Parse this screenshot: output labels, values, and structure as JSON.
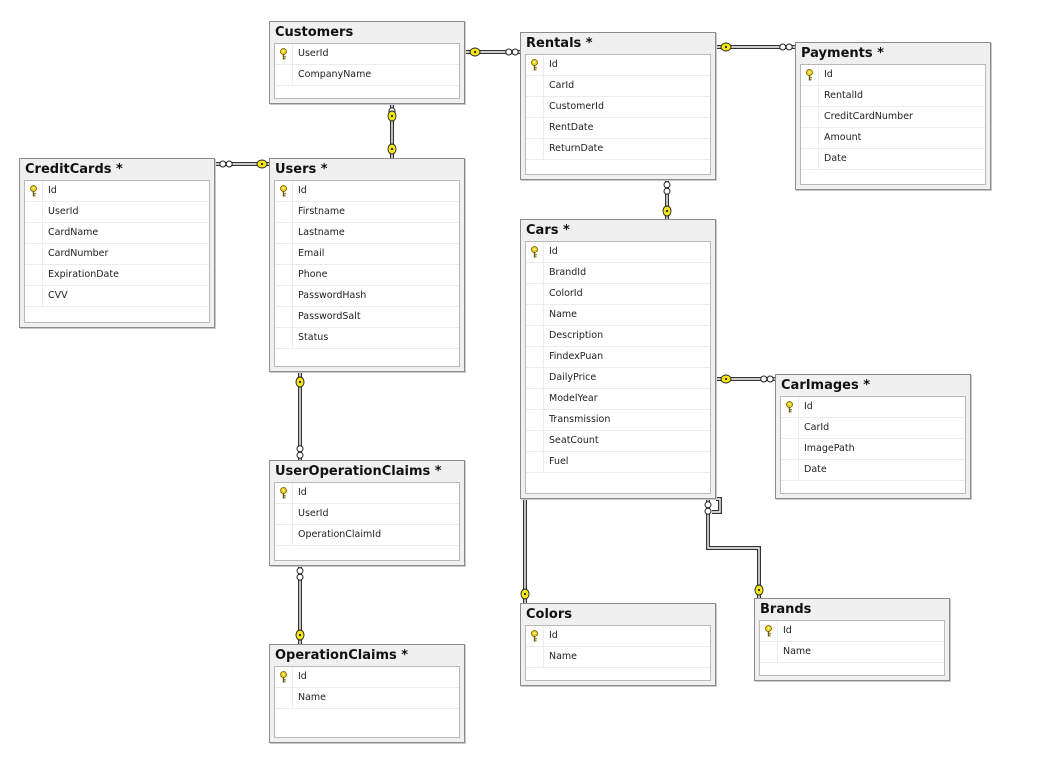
{
  "tables": [
    {
      "id": "customers",
      "title": "Customers",
      "columns": [
        "UserId",
        "CompanyName"
      ],
      "key_columns": [
        0
      ]
    },
    {
      "id": "rentals",
      "title": "Rentals *",
      "columns": [
        "Id",
        "CarId",
        "CustomerId",
        "RentDate",
        "ReturnDate"
      ],
      "key_columns": [
        0
      ]
    },
    {
      "id": "payments",
      "title": "Payments *",
      "columns": [
        "Id",
        "RentalId",
        "CreditCardNumber",
        "Amount",
        "Date"
      ],
      "key_columns": [
        0
      ]
    },
    {
      "id": "creditcards",
      "title": "CreditCards *",
      "columns": [
        "Id",
        "UserId",
        "CardName",
        "CardNumber",
        "ExpirationDate",
        "CVV"
      ],
      "key_columns": [
        0
      ]
    },
    {
      "id": "users",
      "title": "Users *",
      "columns": [
        "Id",
        "Firstname",
        "Lastname",
        "Email",
        "Phone",
        "PasswordHash",
        "PasswordSalt",
        "Status"
      ],
      "key_columns": [
        0
      ]
    },
    {
      "id": "cars",
      "title": "Cars *",
      "columns": [
        "Id",
        "BrandId",
        "ColorId",
        "Name",
        "Description",
        "FindexPuan",
        "DailyPrice",
        "ModelYear",
        "Transmission",
        "SeatCount",
        "Fuel"
      ],
      "key_columns": [
        0
      ]
    },
    {
      "id": "carimages",
      "title": "CarImages *",
      "columns": [
        "Id",
        "CarId",
        "ImagePath",
        "Date"
      ],
      "key_columns": [
        0
      ]
    },
    {
      "id": "useroperationclaims",
      "title": "UserOperationClaims *",
      "columns": [
        "Id",
        "UserId",
        "OperationClaimId"
      ],
      "key_columns": [
        0
      ]
    },
    {
      "id": "operationclaims",
      "title": "OperationClaims *",
      "columns": [
        "Id",
        "Name"
      ],
      "key_columns": [
        0
      ]
    },
    {
      "id": "colors",
      "title": "Colors",
      "columns": [
        "Id",
        "Name"
      ],
      "key_columns": [
        0
      ]
    },
    {
      "id": "brands",
      "title": "Brands",
      "columns": [
        "Id",
        "Name"
      ],
      "key_columns": [
        0
      ]
    }
  ],
  "relationships": [
    {
      "id": "customers-rentals",
      "from": "customers",
      "to": "rentals"
    },
    {
      "id": "rentals-payments",
      "from": "rentals",
      "to": "payments"
    },
    {
      "id": "users-customers",
      "from": "users",
      "to": "customers"
    },
    {
      "id": "users-creditcards",
      "from": "users",
      "to": "creditcards"
    },
    {
      "id": "cars-rentals",
      "from": "cars",
      "to": "rentals"
    },
    {
      "id": "cars-carimages",
      "from": "cars",
      "to": "carimages"
    },
    {
      "id": "users-useroperationclaims",
      "from": "users",
      "to": "useroperationclaims"
    },
    {
      "id": "operationclaims-useroperationclaims",
      "from": "operationclaims",
      "to": "useroperationclaims"
    },
    {
      "id": "colors-cars",
      "from": "colors",
      "to": "cars"
    },
    {
      "id": "brands-cars",
      "from": "brands",
      "to": "cars"
    }
  ],
  "colors": {
    "key_icon": "#f2d100",
    "key_endpoint": "#f5e61a",
    "connector": "#333333",
    "table_header_bg": "#f0f0f0",
    "table_border": "#8c8c8c"
  }
}
